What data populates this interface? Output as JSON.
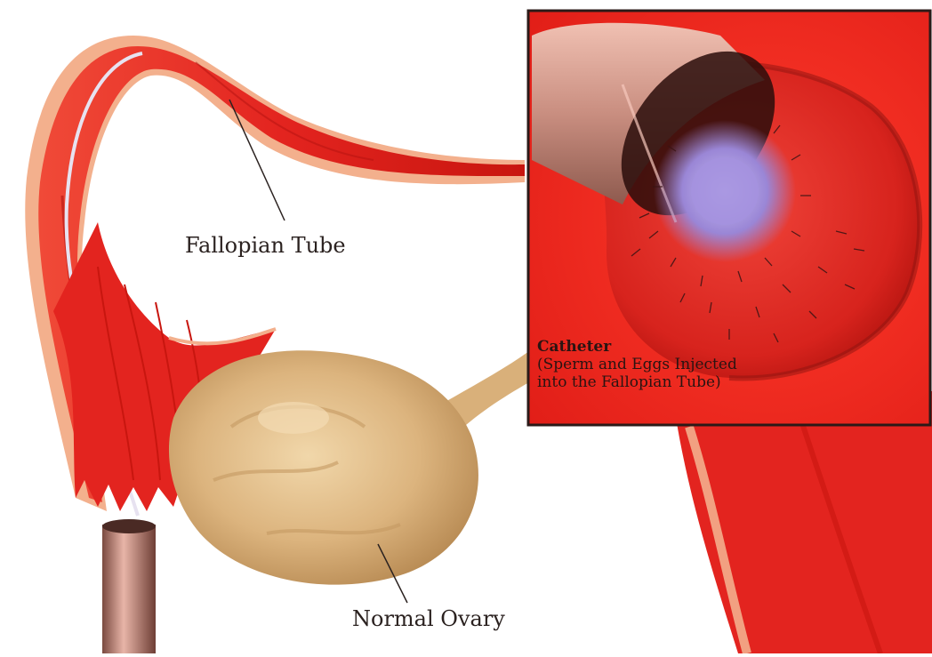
{
  "labels": {
    "fallopian_tube": "Fallopian Tube",
    "normal_ovary": "Normal Ovary"
  },
  "inset": {
    "title": "Catheter",
    "caption_line1": "(Sperm and Eggs Injected",
    "caption_line2": "into the Fallopian Tube)"
  },
  "colors": {
    "tube_red": "#e3241f",
    "tube_dark": "#b3120f",
    "tube_rim": "#f2b08a",
    "ovary_tan": "#d9b07a",
    "ovary_light": "#ecd0a2",
    "egg_purple": "#9a86d6",
    "inset_border": "#2b1a18"
  }
}
